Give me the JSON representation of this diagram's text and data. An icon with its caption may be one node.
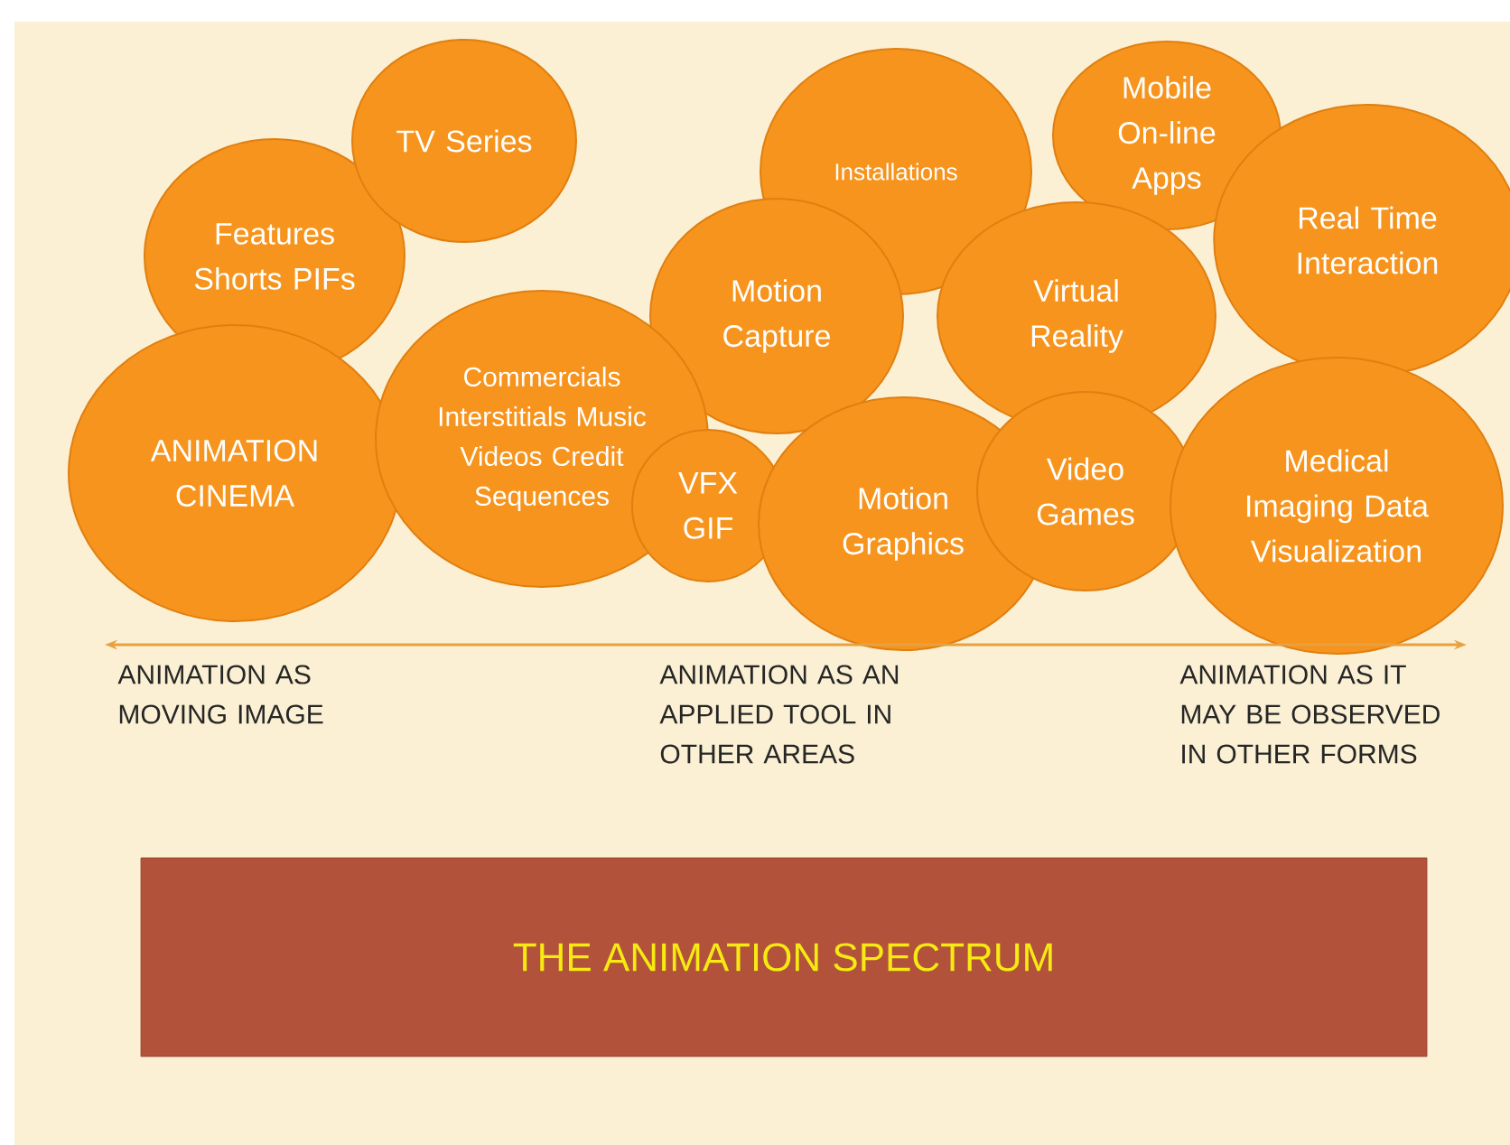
{
  "diagram": {
    "nodes": [
      {
        "text": [
          "Features Shorts PIFs"
        ]
      },
      {
        "text": [
          "TV Series"
        ]
      },
      {
        "text": [
          "Installations"
        ]
      },
      {
        "text": [
          "Mobile On-line Apps"
        ]
      },
      {
        "text": [
          "Real Time Interaction"
        ]
      },
      {
        "text": [
          "Motion Capture"
        ]
      },
      {
        "text": [
          "Virtual Reality"
        ]
      },
      {
        "text": [
          "ANIMATION CINEMA"
        ]
      },
      {
        "text": [
          "Commercials Interstitials Music Videos Credit Sequences"
        ]
      },
      {
        "text": [
          "VFX GIF"
        ]
      },
      {
        "text": [
          "Motion Graphics"
        ]
      },
      {
        "text": [
          "Video Games"
        ]
      },
      {
        "text": [
          "Medical Imaging Data Visualization"
        ]
      },
      {
        "text": [
          "THE ANIMATION SPECTRUM"
        ]
      }
    ],
    "labels": [
      "ANIMATION AS MOVING IMAGE",
      "ANIMATION AS AN APPLIED TOOL IN OTHER AREAS",
      "ANIMATION AS IT MAY BE OBSERVED IN OTHER FORMS"
    ]
  }
}
